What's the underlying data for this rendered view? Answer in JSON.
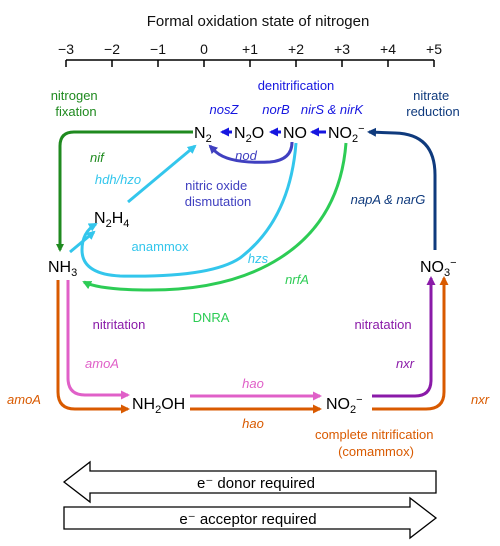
{
  "axis": {
    "title": "Formal oxidation state of nitrogen",
    "ticks": [
      "−3",
      "−2",
      "−1",
      "0",
      "+1",
      "+2",
      "+3",
      "+4",
      "+5"
    ]
  },
  "species": {
    "n2": {
      "main": "N",
      "sub": "2"
    },
    "n2o": {
      "main": "N",
      "sub": "2",
      "tail": "O"
    },
    "no": "NO",
    "no2_top": {
      "main": "NO",
      "sub": "2",
      "sup": "−"
    },
    "n2h4": {
      "main": "N",
      "sub1": "2",
      "mid": "H",
      "sub2": "4"
    },
    "nh3": {
      "main": "NH",
      "sub": "3"
    },
    "no3": {
      "main": "NO",
      "sub": "3",
      "sup": "−"
    },
    "nh2oh": {
      "main": "NH",
      "sub": "2",
      "tail": "OH"
    },
    "no2_bottom": {
      "main": "NO",
      "sub": "2",
      "sup": "−"
    }
  },
  "labels": {
    "nitrogen_fixation_1": "nitrogen",
    "nitrogen_fixation_2": "fixation",
    "nif": "nif",
    "denitrification": "denitrification",
    "nosZ": "nosZ",
    "norB": "norB",
    "nirS_nirK": "nirS & nirK",
    "nitrate_reduction_1": "nitrate",
    "nitrate_reduction_2": "reduction",
    "nod": "nod",
    "hdh_hzo": "hdh/hzo",
    "nitric_oxide_1": "nitric oxide",
    "nitric_oxide_2": "dismutation",
    "napA_narG": "napA & narG",
    "anammox": "anammox",
    "hzs": "hzs",
    "nrfA": "nrfA",
    "dnra": "DNRA",
    "nitritation": "nitritation",
    "nitratation": "nitratation",
    "amoA_pink": "amoA",
    "amoA_orange": "amoA",
    "nxr_purple": "nxr",
    "nxr_orange": "nxr",
    "hao_top": "hao",
    "hao_bottom": "hao",
    "comammox_1": "complete nitrification",
    "comammox_2": "(comammox)"
  },
  "bars": {
    "donor": "e⁻ donor required",
    "acceptor": "e⁻ acceptor required"
  },
  "colors": {
    "fixation": "#1f8a1f",
    "denitrification": "#1515e0",
    "nitrate_reduction": "#0f3a7d",
    "nod": "#4040c0",
    "anammox": "#33c6ec",
    "dnra": "#2dcc55",
    "nitritation": "#e060c8",
    "nitratation": "#8a1aa8",
    "comammox": "#d95a00",
    "black": "#000000"
  }
}
